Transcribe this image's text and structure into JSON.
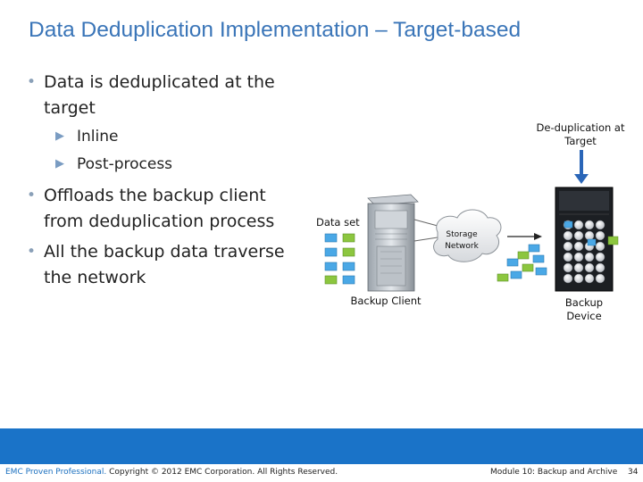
{
  "slide": {
    "title": "Data Deduplication Implementation – Target-based",
    "bullets": [
      {
        "text": "Data is deduplicated at the target"
      },
      {
        "text": "Offloads the backup client from deduplication process"
      },
      {
        "text": "All the backup data traverse the network"
      }
    ],
    "sub_bullets": [
      "Inline",
      "Post-process"
    ]
  },
  "diagram": {
    "dedup_label": "De-duplication at Target",
    "data_set_label": "Data set",
    "network_label": "Storage Network",
    "client_label": "Backup Client",
    "device_label": "Backup Device",
    "colors": {
      "accent_blue": "#1a73c8",
      "arrow_blue": "#2a66b8",
      "cube_blue": "#4aa8e6",
      "cube_green": "#8cc63f"
    }
  },
  "footer": {
    "brand": "EMC Proven Professional.",
    "copyright": " Copyright © 2012 EMC Corporation. All Rights Reserved.",
    "module": "Module 10: Backup and Archive",
    "page": "34"
  }
}
